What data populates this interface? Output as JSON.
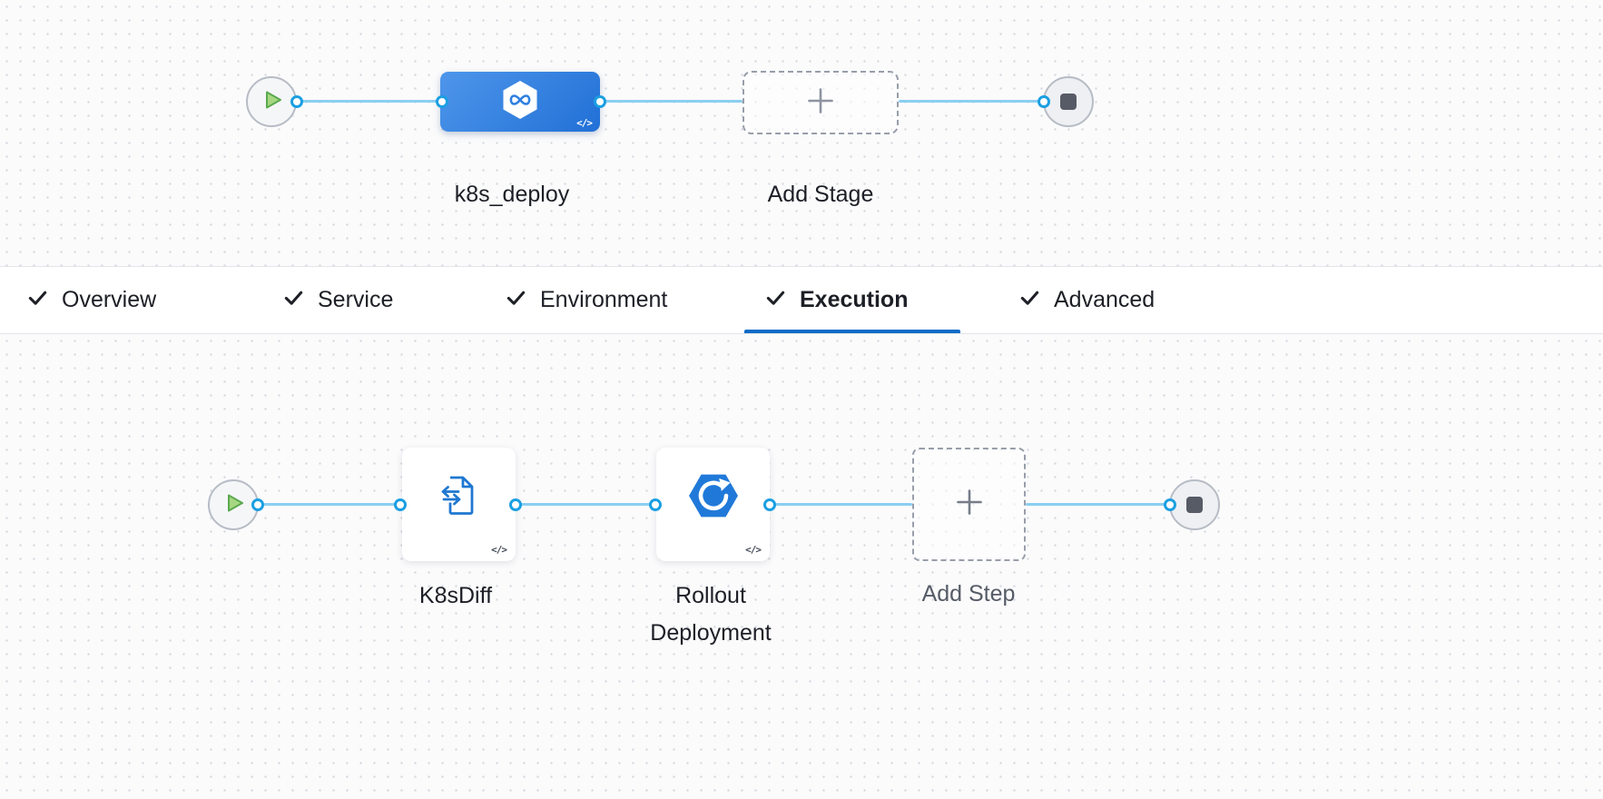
{
  "stage_canvas": {
    "stage": {
      "name": "k8s_deploy",
      "code_badge": "</>"
    },
    "add_stage_label": "Add Stage"
  },
  "tabs": [
    {
      "label": "Overview",
      "active": false
    },
    {
      "label": "Service",
      "active": false
    },
    {
      "label": "Environment",
      "active": false
    },
    {
      "label": "Execution",
      "active": true
    },
    {
      "label": "Advanced",
      "active": false
    }
  ],
  "execution": {
    "steps": [
      {
        "name": "K8sDiff",
        "code_badge": "</>"
      },
      {
        "name": "Rollout Deployment",
        "code_badge": "</>"
      }
    ],
    "add_step_label": "Add Step"
  },
  "colors": {
    "stage_node_blue": "#2b7de1",
    "connector_blue": "#8bcef1",
    "port_ring_blue": "#1b9fe2",
    "tab_active_underline": "#0b6bc8",
    "play_green": "#5aa94f",
    "stop_gray": "#565b66",
    "canvas_background": "#fbfbfc"
  }
}
